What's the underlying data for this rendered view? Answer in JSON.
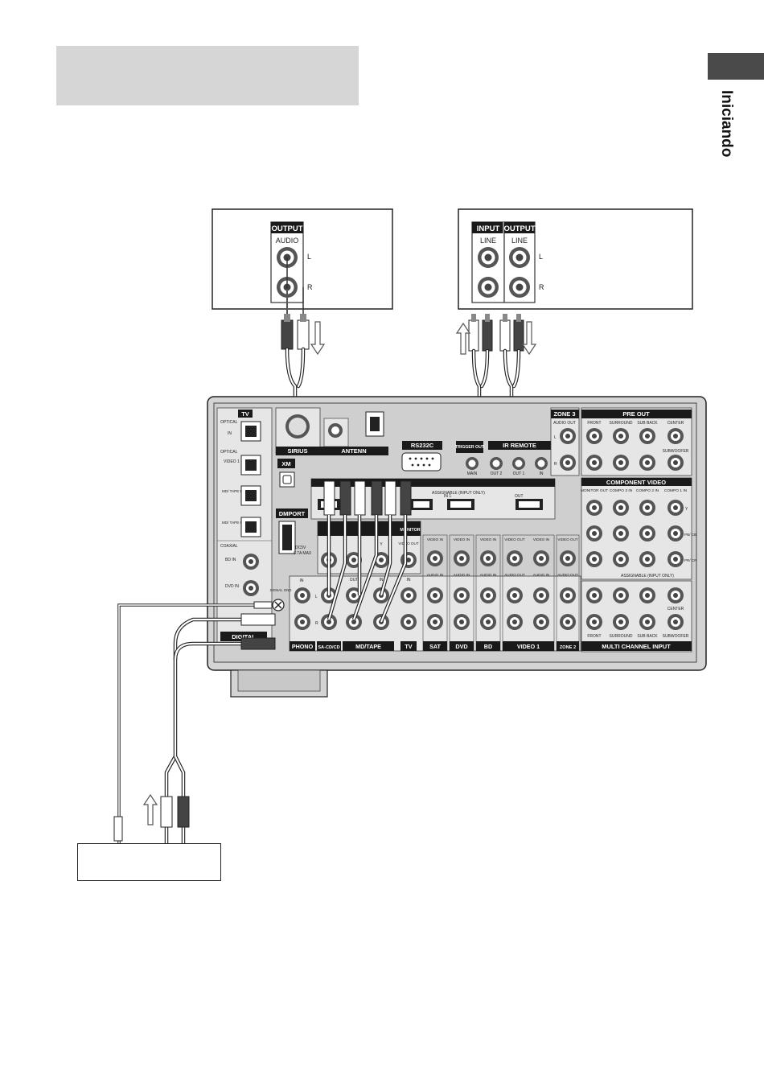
{
  "side_label": "Iniciando",
  "colors": {
    "panel": "#d2d2d2",
    "panel_dark": "#1a1a1a",
    "tab": "#4a4a4a",
    "title_box": "#d6d6d6"
  },
  "left_device": {
    "header": "OUTPUT",
    "sub": "AUDIO",
    "l": "L",
    "r": "R"
  },
  "right_device": {
    "input": "INPUT",
    "output": "OUTPUT",
    "line1": "LINE",
    "line2": "LINE",
    "l": "L",
    "r": "R"
  },
  "receiver": {
    "tv": "TV",
    "optical_in": "OPTICAL",
    "in": "IN",
    "optical2": "OPTICAL",
    "video1_in": "VIDEO 1",
    "mdtape_in": "MD/ TAPE IN",
    "mdtape_out": "MD/ TAPE OUT",
    "coaxial": "COAXIAL",
    "bd_in": "BD IN",
    "dvd_in": "DVD IN",
    "digital": "DIGITAL",
    "sirius": "SIRIUS",
    "xm": "XM",
    "dmport": "DMPORT",
    "dcsv": "DC5V",
    "max": "0.7A MAX",
    "antenna": "ANTENN",
    "rs232c": "RS232C",
    "trigger_out": "TRIGGER OUT",
    "main": "MAIN",
    "ir_remote": "IR REMOTE",
    "ir_out2": "OUT 2",
    "ir_out1": "OUT 1",
    "ir_in": "IN",
    "assignable": "ASSIGNABLE (INPUT ONLY)",
    "hdmi_in1": "IN 1",
    "hdmi_out": "OUT",
    "zone3": "ZONE 3",
    "audio_out": "AUDIO OUT",
    "pre_out": "PRE OUT",
    "front": "FRONT",
    "surround": "SURROUND",
    "sub_back": "SUB BACK",
    "center": "CENTER",
    "subwoofer": "SUBWOOFER",
    "component_video": "COMPONENT VIDEO",
    "monitor_out": "MONITOR OUT",
    "compo3": "COMPO 3 IN",
    "compo2": "COMPO 2 IN",
    "compo1": "COMPO 1 IN",
    "y": "Y",
    "pb": "PB/ CB",
    "pr": "PR/ CR",
    "assignable2": "ASSIGNABLE (INPUT ONLY)",
    "multi_channel": "MULTI CHANNEL INPUT",
    "phono": "PHONO",
    "sacd": "SA-CD/CD",
    "mdtape": "MD/TAPE",
    "tv2": "TV",
    "sat": "SAT",
    "dvd": "DVD",
    "bd": "BD",
    "video1": "VIDEO 1",
    "zone2": "ZONE 2",
    "video_in": "VIDEO IN",
    "audio_in": "AUDIO IN",
    "video_out": "VIDEO OUT",
    "audio_out2": "AUDIO OUT",
    "monitor": "MONITOR",
    "out": "OUT",
    "in2": "IN",
    "l": "L",
    "r": "R",
    "signal_gnd": "SIGNAL GND"
  }
}
